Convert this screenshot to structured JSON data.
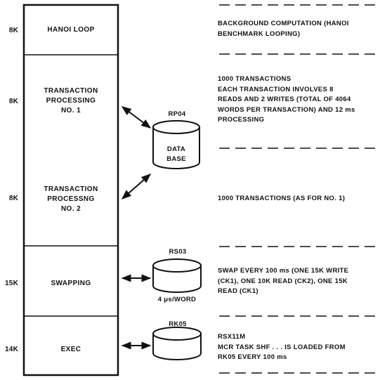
{
  "memory_stack": {
    "segments": [
      {
        "size": "8K",
        "label": "HANOI LOOP"
      },
      {
        "size": "8K",
        "label": "TRANSACTION\nPROCESSING\nNO. 1"
      },
      {
        "size": "8K",
        "label": "TRANSACTION\nPROCESSNG\nNO. 2"
      },
      {
        "size": "15K",
        "label": "SWAPPING"
      },
      {
        "size": "14K",
        "label": "EXEC"
      }
    ]
  },
  "disks": [
    {
      "name": "RP04",
      "text": "DATA\nBASE",
      "caption": ""
    },
    {
      "name": "RS03",
      "text": "",
      "caption": "4 μs/WORD"
    },
    {
      "name": "RK05",
      "text": "",
      "caption": ""
    }
  ],
  "notes": [
    "BACKGROUND COMPUTATION (HANOI\nBENCHMARK LOOPING)",
    "1000 TRANSACTIONS\nEACH TRANSACTION INVOLVES 8\nREADS AND 2 WRITES (TOTAL OF 4064\nWORDS PER TRANSACTION) AND 12 ms\nPROCESSING",
    "1000 TRANSACTIONS (AS FOR NO. 1)",
    "SWAP EVERY 100 ms (ONE 15K WRITE\n(CK1), ONE 10K READ (CK2), ONE 15K\nREAD (CK1)",
    "RSX11M\nMCR TASK SHF . . . IS LOADED FROM\nRK05 EVERY 100 ms"
  ]
}
